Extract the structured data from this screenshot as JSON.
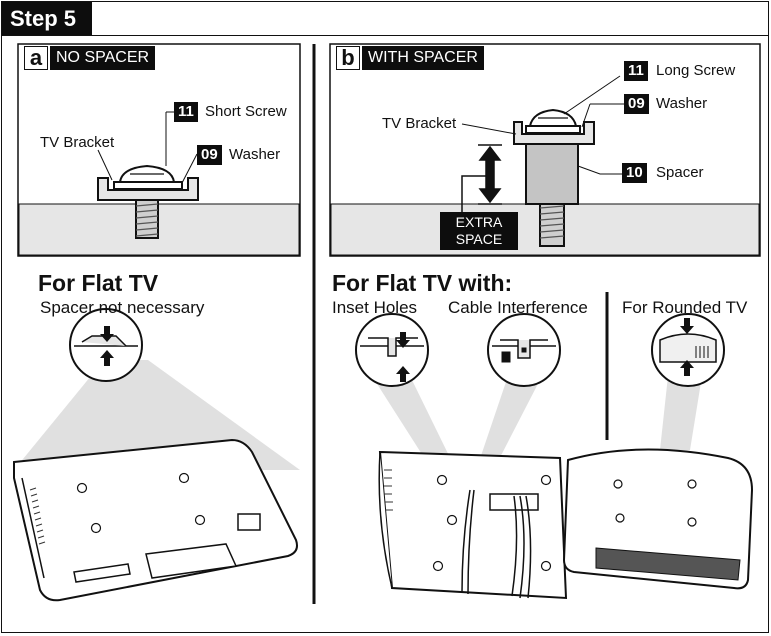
{
  "step": {
    "title": "Step 5"
  },
  "panel_a": {
    "letter": "a",
    "heading": "NO SPACER",
    "tv_bracket": "TV Bracket",
    "screw_num": "11",
    "screw_label": "Short Screw",
    "washer_num": "09",
    "washer_label": "Washer"
  },
  "panel_b": {
    "letter": "b",
    "heading": "WITH SPACER",
    "tv_bracket": "TV Bracket",
    "screw_num": "11",
    "screw_label": "Long Screw",
    "washer_num": "09",
    "washer_label": "Washer",
    "spacer_num": "10",
    "spacer_label": "Spacer",
    "extra_line1": "EXTRA",
    "extra_line2": "SPACE"
  },
  "flat_tv": {
    "title": "For Flat TV",
    "subtitle": "Spacer not necessary"
  },
  "flat_tv_with": {
    "title": "For Flat TV with:",
    "inset": "Inset Holes",
    "cable": "Cable Interference",
    "rounded": "For Rounded TV"
  }
}
